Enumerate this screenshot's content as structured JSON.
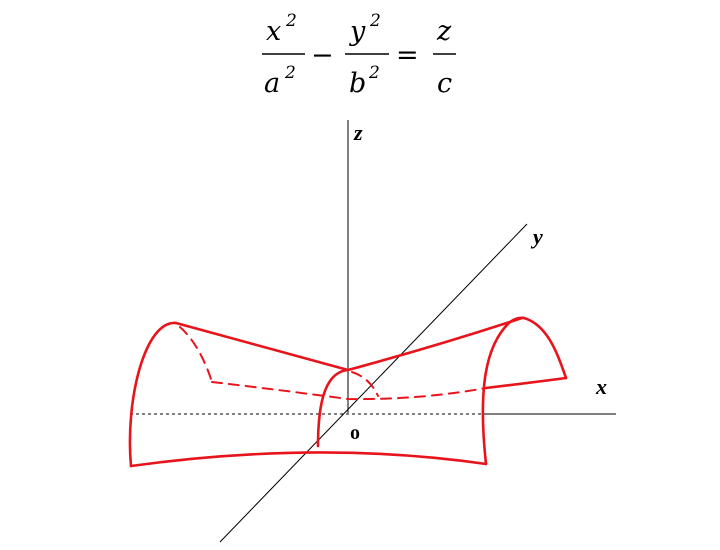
{
  "equation": {
    "num1": "x",
    "exp1": "2",
    "den1": "a",
    "exp2": "2",
    "op_minus": "−",
    "num2": "y",
    "exp3": "2",
    "den2": "b",
    "exp4": "2",
    "op_equals": "=",
    "num3": "z",
    "den3": "c"
  },
  "axes": {
    "z": "z",
    "y": "y",
    "x": "x",
    "origin": "o"
  },
  "colors": {
    "surface": "#e8141b",
    "axis": "#000000"
  }
}
